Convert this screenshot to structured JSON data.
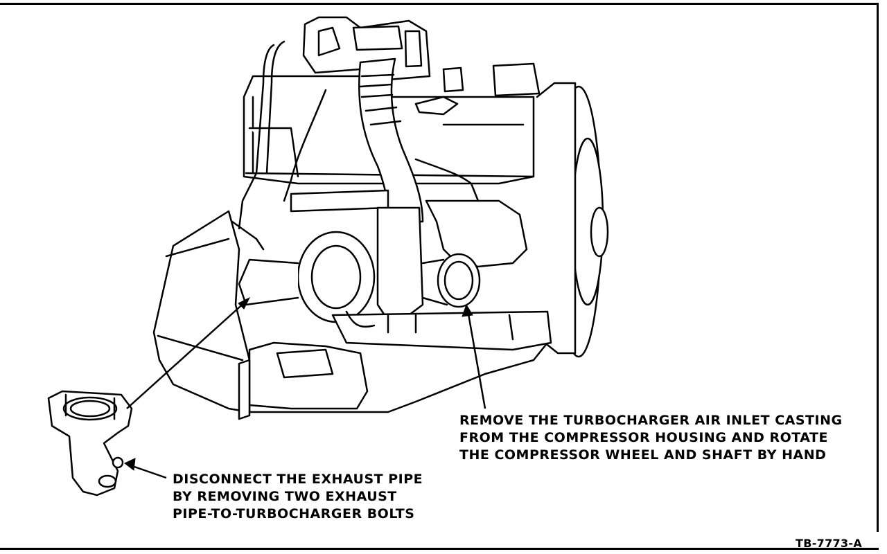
{
  "callouts": {
    "air_inlet": {
      "lines": [
        "REMOVE THE TURBOCHARGER AIR INLET CASTING",
        "FROM THE COMPRESSOR HOUSING AND ROTATE",
        "THE COMPRESSOR WHEEL AND SHAFT BY HAND"
      ]
    },
    "exhaust_pipe": {
      "lines": [
        "DISCONNECT THE EXHAUST PIPE",
        "BY REMOVING TWO EXHAUST",
        "PIPE-TO-TURBOCHARGER BOLTS"
      ]
    }
  },
  "figure_id": "TB-7773-A"
}
